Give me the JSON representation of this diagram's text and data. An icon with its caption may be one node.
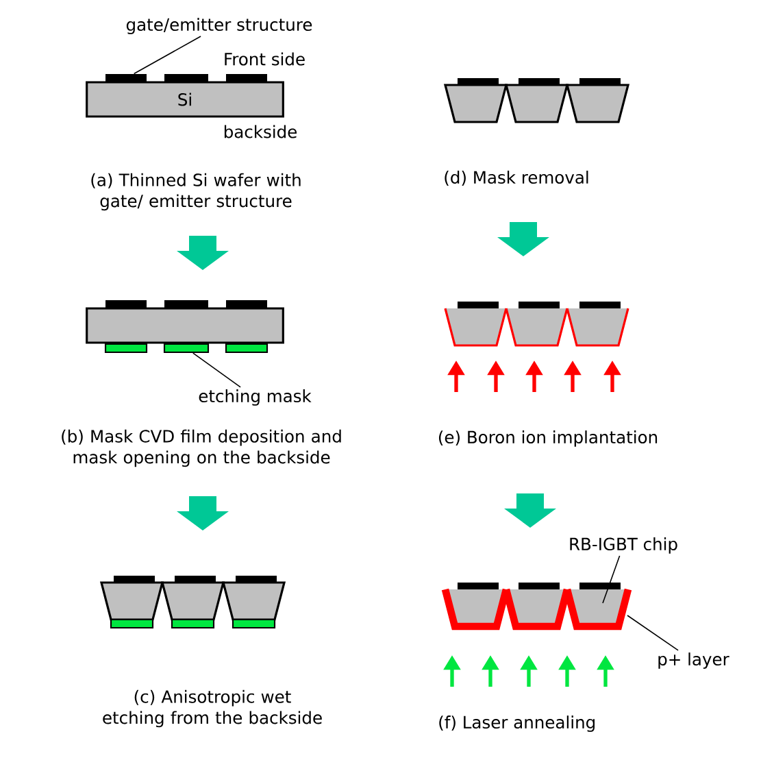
{
  "diagram": {
    "nodes": [
      {
        "text": [
          "gate/emitter structure"
        ]
      },
      {
        "text": [],
        "shape": "bar"
      },
      {
        "text": [
          "Si"
        ]
      },
      {
        "text": [
          "etching mask"
        ]
      },
      {
        "text": [],
        "shape": "bar"
      },
      {
        "text": [
          "RB-IGBT chip"
        ]
      },
      {
        "text": [
          "p+ layer"
        ]
      },
      {
        "text": [],
        "shape": "box"
      }
    ],
    "edges": [
      {
        "from": 0,
        "to": 1,
        "arrow": "none"
      },
      {
        "from": 3,
        "to": 4,
        "arrow": "none"
      },
      {
        "from": 5,
        "to": null,
        "arrow": "none"
      },
      {
        "from": 6,
        "to": null,
        "arrow": "none"
      }
    ],
    "labels": [
      "Front side",
      "backside",
      "(a) Thinned Si wafer with gate/ emitter structure",
      "(b) Mask CVD film deposition and mask opening on the backside",
      "(c) Anisotropic wet etching from the backside",
      "(d) Mask removal",
      "(e) Boron ion implantation",
      "(f) Laser annealing"
    ]
  }
}
